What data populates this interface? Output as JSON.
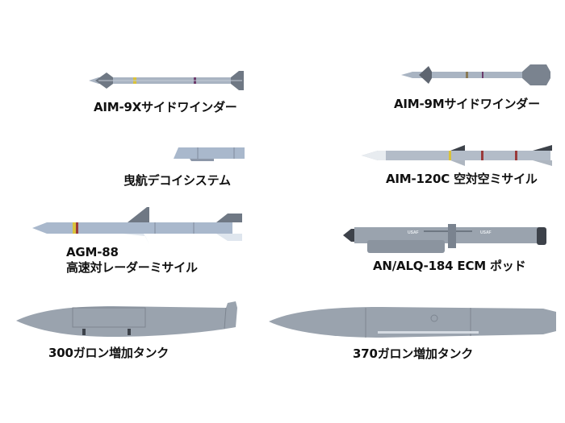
{
  "items": [
    {
      "id": "aim9x",
      "label": "AIM-9Xサイドワインダー"
    },
    {
      "id": "aim9m",
      "label": "AIM-9Mサイドワインダー"
    },
    {
      "id": "decoy",
      "label": "曳航デコイシステム"
    },
    {
      "id": "aim120c",
      "label": "AIM-120C 空対空ミサイル"
    },
    {
      "id": "agm88",
      "label_line1": "AGM-88",
      "label_line2": "高速対レーダーミサイル"
    },
    {
      "id": "alq184",
      "label": "AN/ALQ-184 ECM ポッド",
      "markings": [
        "USAF",
        "USAF"
      ]
    },
    {
      "id": "tank300",
      "label": "300ガロン増加タンク"
    },
    {
      "id": "tank370",
      "label": "370ガロン増加タンク"
    }
  ],
  "colors": {
    "body": "#a9b4c2",
    "body_dark": "#6f7884",
    "fin": "#5e6570",
    "tank": "#9aa3ae",
    "tank_dark": "#7d8590",
    "stripe_yellow": "#d9c23a",
    "stripe_red": "#9a3a3a",
    "text": "#111111"
  }
}
